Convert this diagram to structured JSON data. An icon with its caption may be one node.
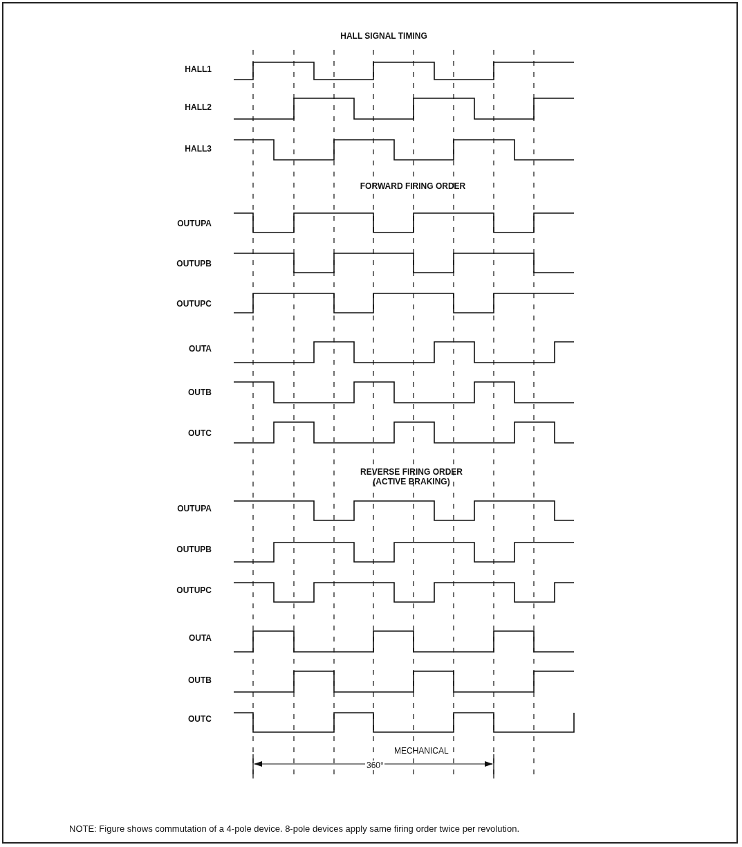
{
  "diagram": {
    "title": "HALL SIGNAL TIMING",
    "labels": [
      "HALL1",
      "HALL2",
      "HALL3",
      "FORWARD FIRING ORDER",
      "OUTUPA",
      "OUTUPB",
      "OUTUPC",
      "OUTA",
      "OUTB",
      "OUTC",
      "REVERSE FIRING ORDER (ACTIVE BRAKING)",
      "OUTUPA",
      "OUTUPB",
      "OUTUPC",
      "OUTA",
      "OUTB",
      "OUTC",
      "MECHANICAL",
      "360°",
      "NOTE:  Figure shows commutation of a 4-pole device.  8-pole devices apply same firing order twice per revolution."
    ]
  }
}
